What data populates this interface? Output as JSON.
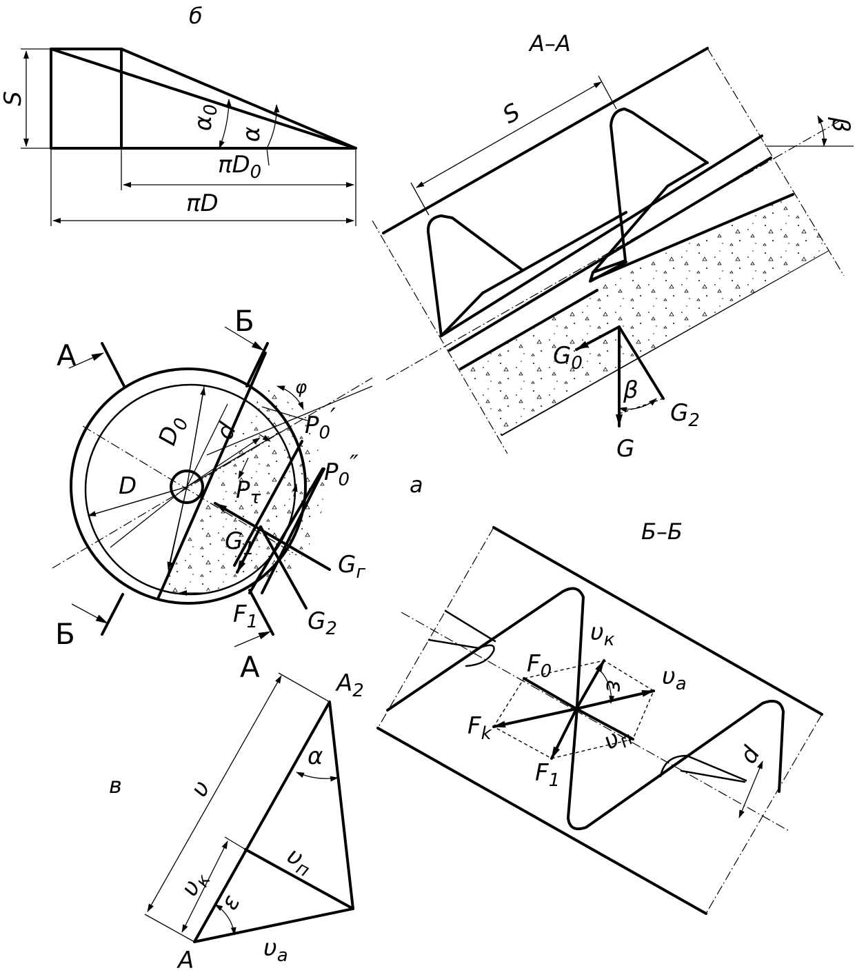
{
  "labels": {
    "fig_b": "б",
    "fig_a": "а",
    "fig_v": "в",
    "section_AA": "А–А",
    "section_BB": "Б–Б",
    "S": "S",
    "alpha0": "α",
    "alpha0_sub": "0",
    "alpha": "α",
    "piD0": "πD",
    "piD0_sub": "0",
    "piD": "πD",
    "beta": "β",
    "G0": "G",
    "G0_sub": "0",
    "G": "G",
    "G2": "G",
    "G2_sub": "2",
    "G1": "G",
    "G1_sub": "1",
    "Gr": "G",
    "Gr_sub": "г",
    "A": "А",
    "B": "Б",
    "D0": "D",
    "D0_sub": "0",
    "d": "d",
    "D": "D",
    "phi": "φ",
    "P0p": "P",
    "P0p_sub": "0",
    "P0p_prime": "′",
    "P0pp": "P",
    "P0pp_sub": "0",
    "P0pp_prime": "″",
    "Ptau": "P",
    "Ptau_sub": "τ",
    "F1": "F",
    "F1_sub": "1",
    "F0": "F",
    "F0_sub": "0",
    "Fk": "F",
    "Fk_sub": "k",
    "vk": "υ",
    "vk_sub": "к",
    "va": "υ",
    "va_sub": "a",
    "vn": "υ",
    "vn_sub": "п",
    "v": "υ",
    "eps": "ε",
    "A2": "A",
    "A2_sub": "2",
    "A_pt": "A"
  }
}
